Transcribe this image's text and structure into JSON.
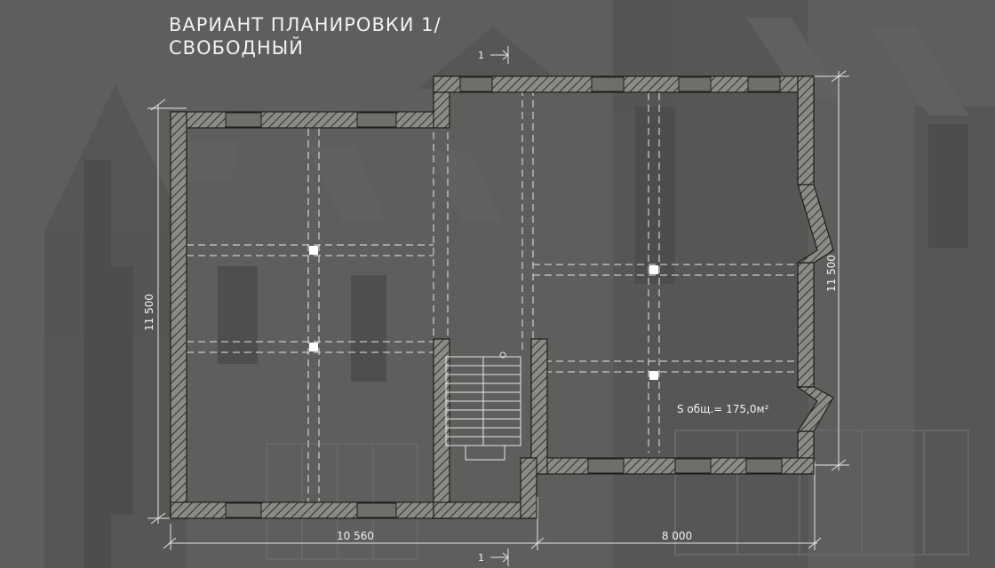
{
  "title": {
    "line1": "ВАРИАНТ ПЛАНИРОВКИ 1/",
    "line2": "СВОБОДНЫЙ"
  },
  "section_marks": {
    "top": "1",
    "bottom": "1"
  },
  "dimensions": {
    "left_height": "11 500",
    "right_height": "11 500",
    "bottom_left_width": "10 560",
    "bottom_right_width": "8 000"
  },
  "area_label": "S общ.= 175,0м²",
  "colors": {
    "background": "#5e5e5c",
    "wall_fill": "#8a8a86",
    "lines": "#ececec"
  }
}
